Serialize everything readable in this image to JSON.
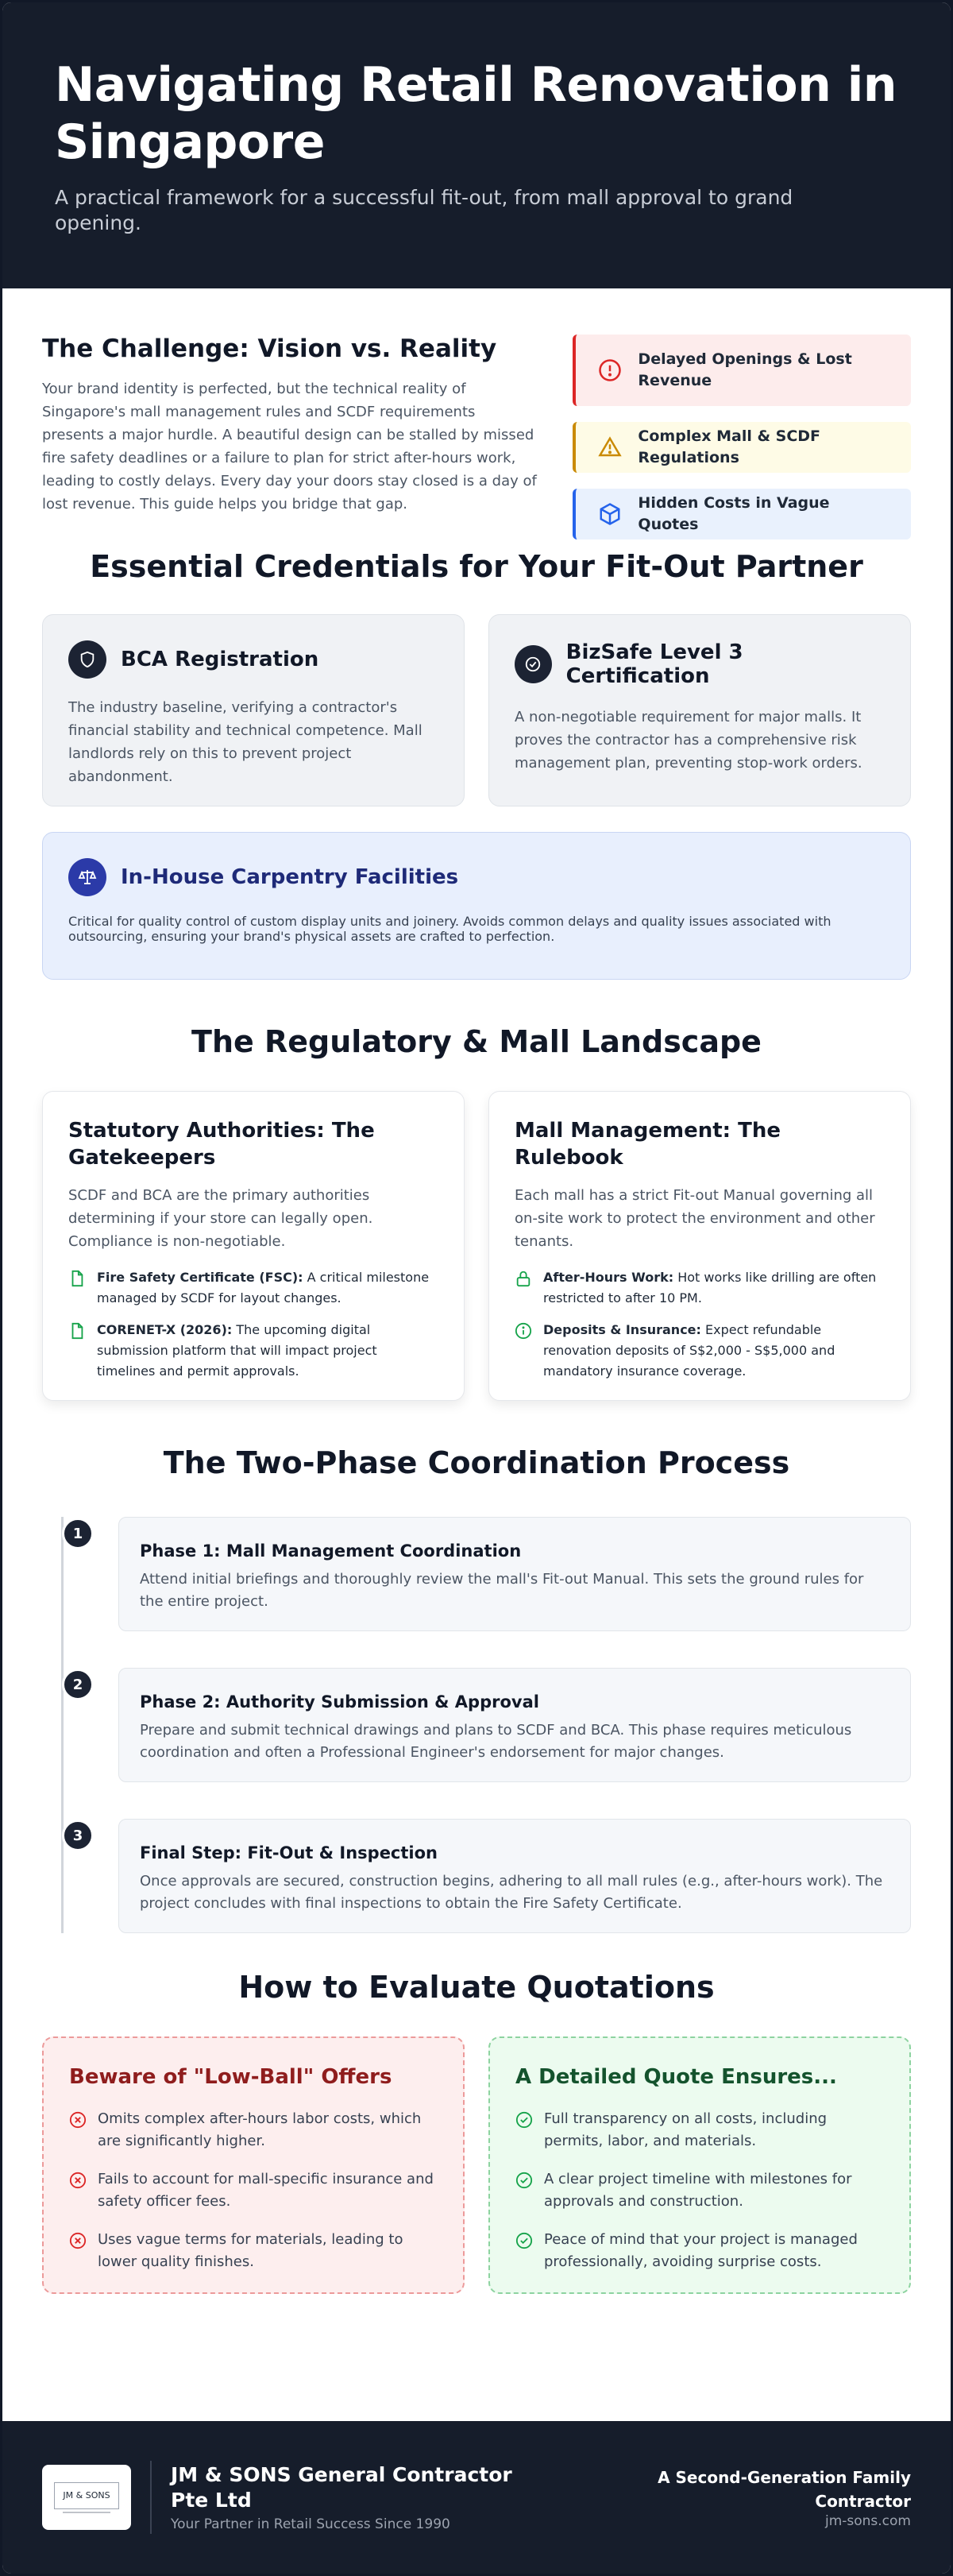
{
  "hero": {
    "title": "Navigating Retail Renovation in Singapore",
    "subtitle": "A practical framework for a successful fit-out, from mall approval to grand opening."
  },
  "challenge": {
    "title": "The Challenge: Vision vs. Reality",
    "body": "Your brand identity is perfected, but the technical reality of Singapore's mall management rules and SCDF requirements presents a major hurdle. A beautiful design can be stalled by missed fire safety deadlines or a failure to plan for strict after-hours work, leading to costly delays. Every day your doors stay closed is a day of lost revenue. This guide helps you bridge that gap.",
    "alerts": [
      {
        "label": "Delayed Openings & Lost Revenue",
        "icon": "alert-circle-icon",
        "color": "#dc2626"
      },
      {
        "label": "Complex Mall & SCDF Regulations",
        "icon": "warning-triangle-icon",
        "color": "#ca8a04"
      },
      {
        "label": "Hidden Costs in Vague Quotes",
        "icon": "cube-icon",
        "color": "#2563eb"
      }
    ]
  },
  "credentials": {
    "title": "Essential Credentials for Your Fit-Out Partner",
    "cards": [
      {
        "title": "BCA Registration",
        "icon": "shield-icon",
        "body": "The industry baseline, verifying a contractor's financial stability and technical competence. Mall landlords rely on this to prevent project abandonment."
      },
      {
        "title": "BizSafe Level 3 Certification",
        "icon": "check-circle-icon",
        "body": "A non-negotiable requirement for major malls. It proves the contractor has a comprehensive risk management plan, preventing stop-work orders."
      },
      {
        "title": "In-House Carpentry Facilities",
        "icon": "scale-icon",
        "body": "Critical for quality control of custom display units and joinery. Avoids common delays and quality issues associated with outsourcing, ensuring your brand's physical assets are crafted to perfection."
      }
    ]
  },
  "regulatory": {
    "title": "The Regulatory & Mall Landscape",
    "statutory": {
      "title": "Statutory Authorities: The Gatekeepers",
      "body": "SCDF and BCA are the primary authorities determining if your store can legally open. Compliance is non-negotiable.",
      "items": [
        {
          "bold": "Fire Safety Certificate (FSC):",
          "text": " A critical milestone managed by SCDF for layout changes."
        },
        {
          "bold": "CORENET-X (2026):",
          "text": " The upcoming digital submission platform that will impact project timelines and permit approvals."
        }
      ]
    },
    "mall": {
      "title": "Mall Management: The Rulebook",
      "body": "Each mall has a strict Fit-out Manual governing all on-site work to protect the environment and other tenants.",
      "items": [
        {
          "bold": "After-Hours Work:",
          "text": " Hot works like drilling are often restricted to after 10 PM."
        },
        {
          "bold": "Deposits & Insurance:",
          "text": " Expect refundable renovation deposits of S$2,000 - S$5,000 and mandatory insurance coverage."
        }
      ]
    }
  },
  "process": {
    "title": "The Two-Phase Coordination Process",
    "steps": [
      {
        "num": "1",
        "title": "Phase 1: Mall Management Coordination",
        "body": "Attend initial briefings and thoroughly review the mall's Fit-out Manual. This sets the ground rules for the entire project."
      },
      {
        "num": "2",
        "title": "Phase 2: Authority Submission & Approval",
        "body": "Prepare and submit technical drawings and plans to SCDF and BCA. This phase requires meticulous coordination and often a Professional Engineer's endorsement for major changes."
      },
      {
        "num": "3",
        "title": "Final Step: Fit-Out & Inspection",
        "body": "Once approvals are secured, construction begins, adhering to all mall rules (e.g., after-hours work). The project concludes with final inspections to obtain the Fire Safety Certificate."
      }
    ]
  },
  "quotes": {
    "title": "How to Evaluate Quotations",
    "bad": {
      "title": "Beware of \"Low-Ball\" Offers",
      "items": [
        "Omits complex after-hours labor costs, which are significantly higher.",
        "Fails to account for mall-specific insurance and safety officer fees.",
        "Uses vague terms for materials, leading to lower quality finishes."
      ]
    },
    "good": {
      "title": "A Detailed Quote Ensures...",
      "items": [
        "Full transparency on all costs, including permits, labor, and materials.",
        "A clear project timeline with milestones for approvals and construction.",
        "Peace of mind that your project is managed professionally, avoiding surprise costs."
      ]
    }
  },
  "footer": {
    "logo_text": "JM & SONS",
    "company": "JM & SONS General Contractor Pte Ltd",
    "tagline": "Your Partner in Retail Success Since 1990",
    "right_title": "A Second-Generation Family Contractor",
    "website": "jm-sons.com"
  }
}
